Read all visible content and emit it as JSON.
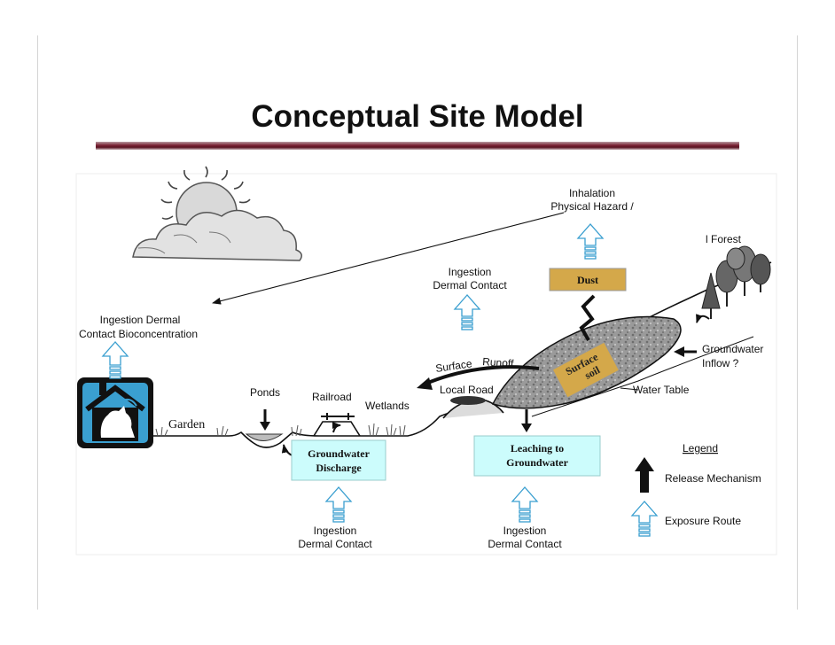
{
  "title": "Conceptual Site Model",
  "labels": {
    "inhalation_line1": "Inhalation",
    "inhalation_line2": "Physical Hazard /",
    "forest": "l Forest",
    "ingestion_top_line1": "Ingestion",
    "ingestion_top_line2": "Dermal Contact",
    "dust": "Dust",
    "house_route_line1": "Ingestion Dermal",
    "house_route_line2": "Contact Bioconcentration",
    "surface_runoff_1": "Surface",
    "surface_runoff_2": "Runoff",
    "surface_soil_1": "Surface",
    "surface_soil_2": "soil",
    "groundwater_inflow_1": "Groundwater",
    "groundwater_inflow_2": "Inflow ?",
    "water_table": "Water Table",
    "ponds": "Ponds",
    "railroad": "Railroad",
    "local_road": "Local Road",
    "wetlands": "Wetlands",
    "garden": "Garden",
    "gw_discharge_1": "Groundwater",
    "gw_discharge_2": "Discharge",
    "leaching_1": "Leaching to",
    "leaching_2": "Groundwater",
    "legend_title": "Legend",
    "legend_release": "Release Mechanism",
    "legend_exposure": "Exposure Route",
    "ingestion_bottom_left_1": "Ingestion",
    "ingestion_bottom_left_2": "Dermal Contact",
    "ingestion_bottom_right_1": "Ingestion",
    "ingestion_bottom_right_2": "Dermal Contact"
  },
  "colors": {
    "title_rule": "#6b1a2b",
    "dust_box": "#d4a84a",
    "soil_label_box": "#d4a84a",
    "cyan_box": "#ccfcfc",
    "house_blue": "#3a9fd0",
    "exposure_arrow": "#3a9fd0"
  },
  "icons": {
    "sun": "sun-icon",
    "cloud": "cloud-icon",
    "house": "house-icon",
    "trees": "forest-trees-icon"
  }
}
